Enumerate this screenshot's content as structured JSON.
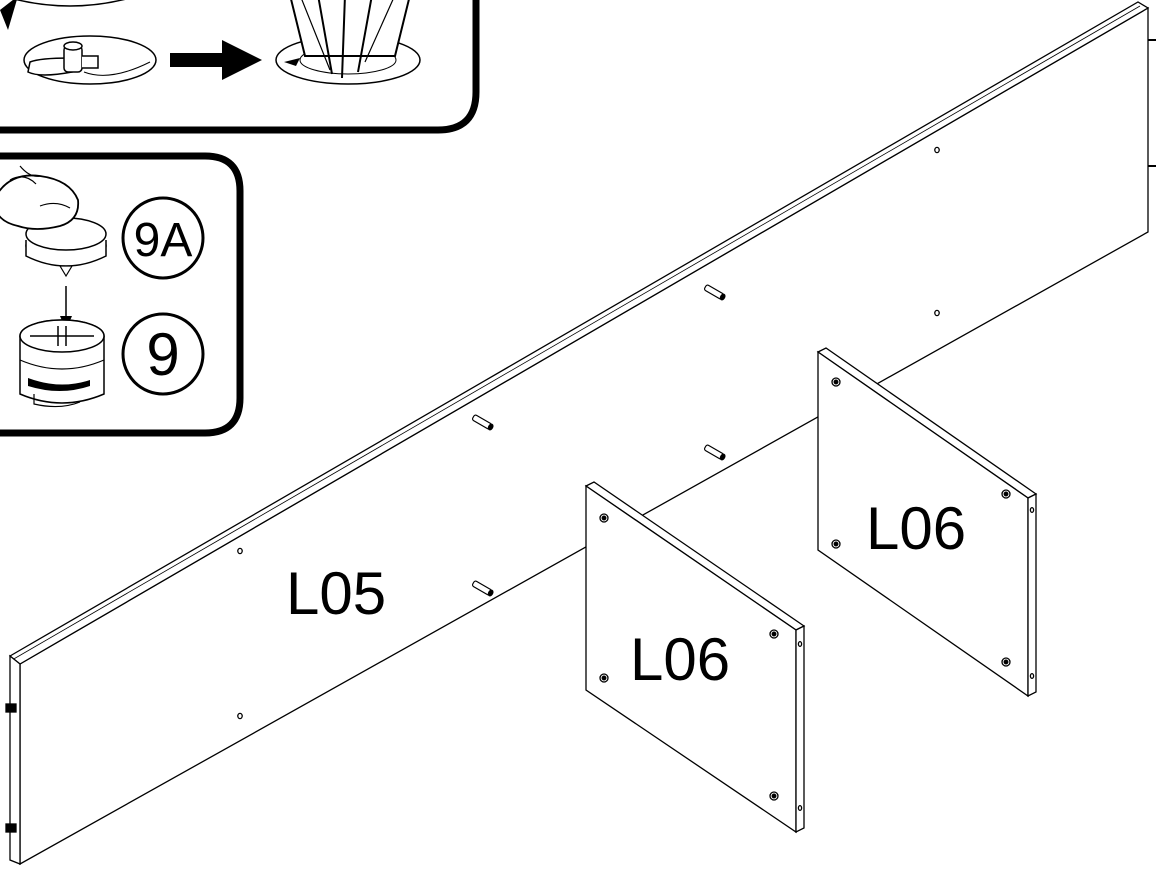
{
  "diagram": {
    "panel_labels": {
      "long_panel": "L05",
      "side_panel_front": "L06",
      "side_panel_back": "L06"
    },
    "callouts": {
      "cap_part": "9A",
      "cam_lock_part": "9"
    },
    "icons": {
      "arrow": "right-arrow-icon",
      "finger": "finger-press-icon",
      "cam_lock": "cam-lock-icon",
      "dowel": "dowel-icon"
    },
    "colors": {
      "line": "#000000",
      "fill": "#ffffff"
    }
  }
}
